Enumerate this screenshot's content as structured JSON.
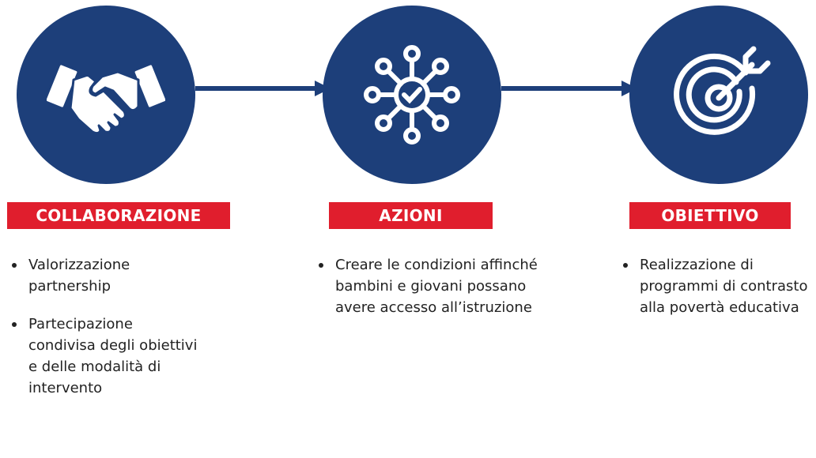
{
  "colors": {
    "circle": "#1d3f7a",
    "arrow": "#1d3f7a",
    "label_background": "#e01e2d",
    "label_text": "#ffffff",
    "body_text": "#222222"
  },
  "steps": [
    {
      "icon": "handshake-icon",
      "label": "COLLABORAZIONE",
      "bullets": [
        "Valorizzazione partnership",
        "Partecipazione condivisa degli obiettivi e delle modalità di intervento"
      ]
    },
    {
      "icon": "network-check-icon",
      "label": "AZIONI",
      "bullets": [
        "Creare le condizioni affinché bambini e giovani possano avere accesso all’istruzione"
      ]
    },
    {
      "icon": "target-icon",
      "label": "OBIETTIVO",
      "bullets": [
        "Realizzazione di programmi di contrasto alla povertà educativa"
      ]
    }
  ]
}
